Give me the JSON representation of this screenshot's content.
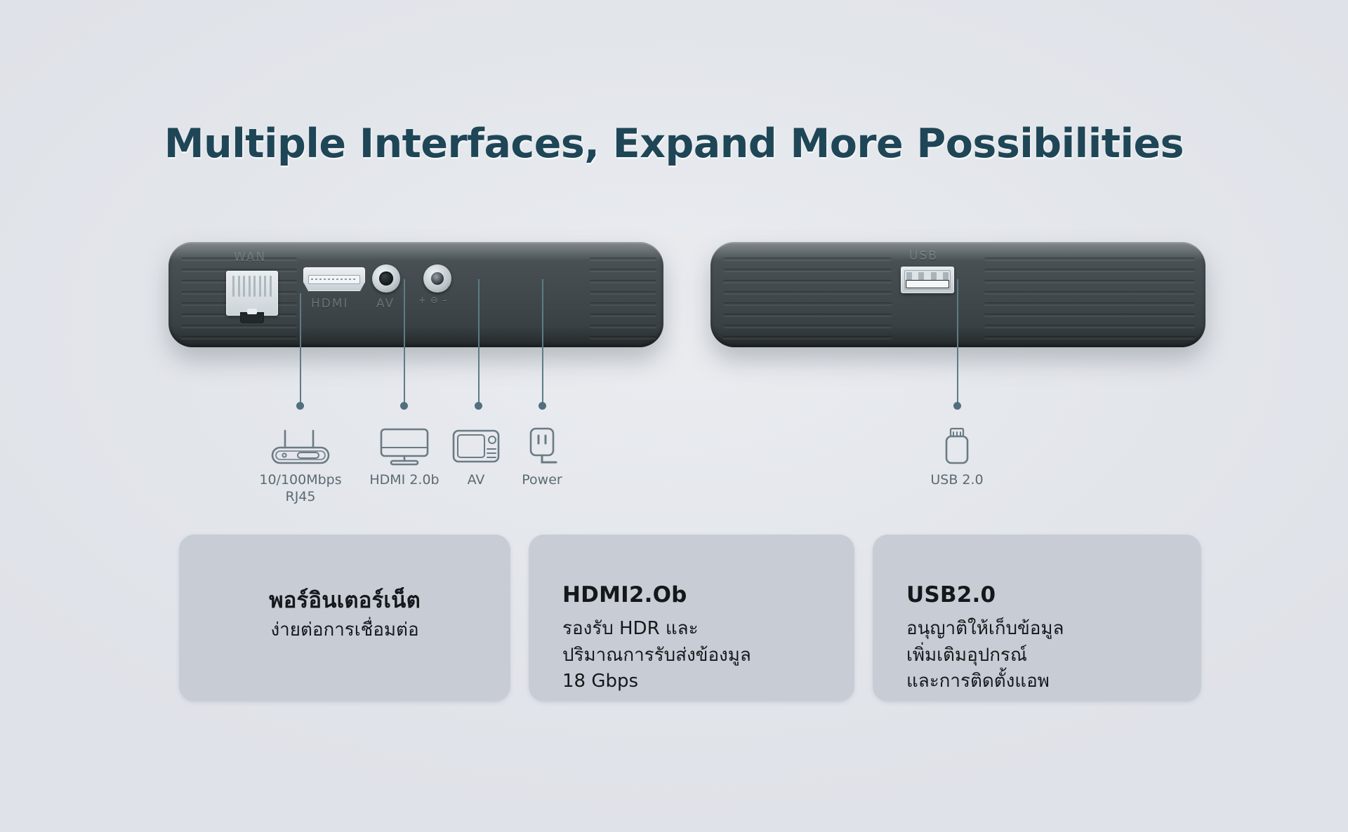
{
  "page": {
    "title": "Multiple Interfaces, Expand More Possibilities",
    "background_color": "#e5e8ed",
    "title_color": "#1e4656",
    "card_color": "#c8cdd5",
    "leader_color": "#51707c",
    "icon_color": "#5b6a72"
  },
  "devices": {
    "left": {
      "name": "rear-panel",
      "embossed_labels": {
        "wan": "WAN",
        "hdmi": "HDMI",
        "av": "AV"
      }
    },
    "right": {
      "name": "side-panel",
      "embossed_labels": {
        "usb": "USB"
      }
    }
  },
  "ports": [
    {
      "icon": "router-icon",
      "label": "10/100Mbps\nRJ45"
    },
    {
      "icon": "monitor-icon",
      "label": "HDMI 2.0b"
    },
    {
      "icon": "av-tv-icon",
      "label": "AV"
    },
    {
      "icon": "power-plug-icon",
      "label": "Power"
    },
    {
      "icon": "usb-drive-icon",
      "label": "USB 2.0"
    }
  ],
  "cards": [
    {
      "title": "พอร์อินเตอร์เน็ต",
      "body": "ง่ายต่อการเชื่อมต่อ"
    },
    {
      "title": "HDMI2.Ob",
      "body": "รองรับ HDR และ\nปริมาณการรับส่งข้องมูล\n18 Gbps"
    },
    {
      "title": "USB2.0",
      "body": "อนุญาติให้เก็บข้อมูล\nเพิ่มเติมอุปกรณ์\nและการติดตั้งแอพ"
    }
  ]
}
